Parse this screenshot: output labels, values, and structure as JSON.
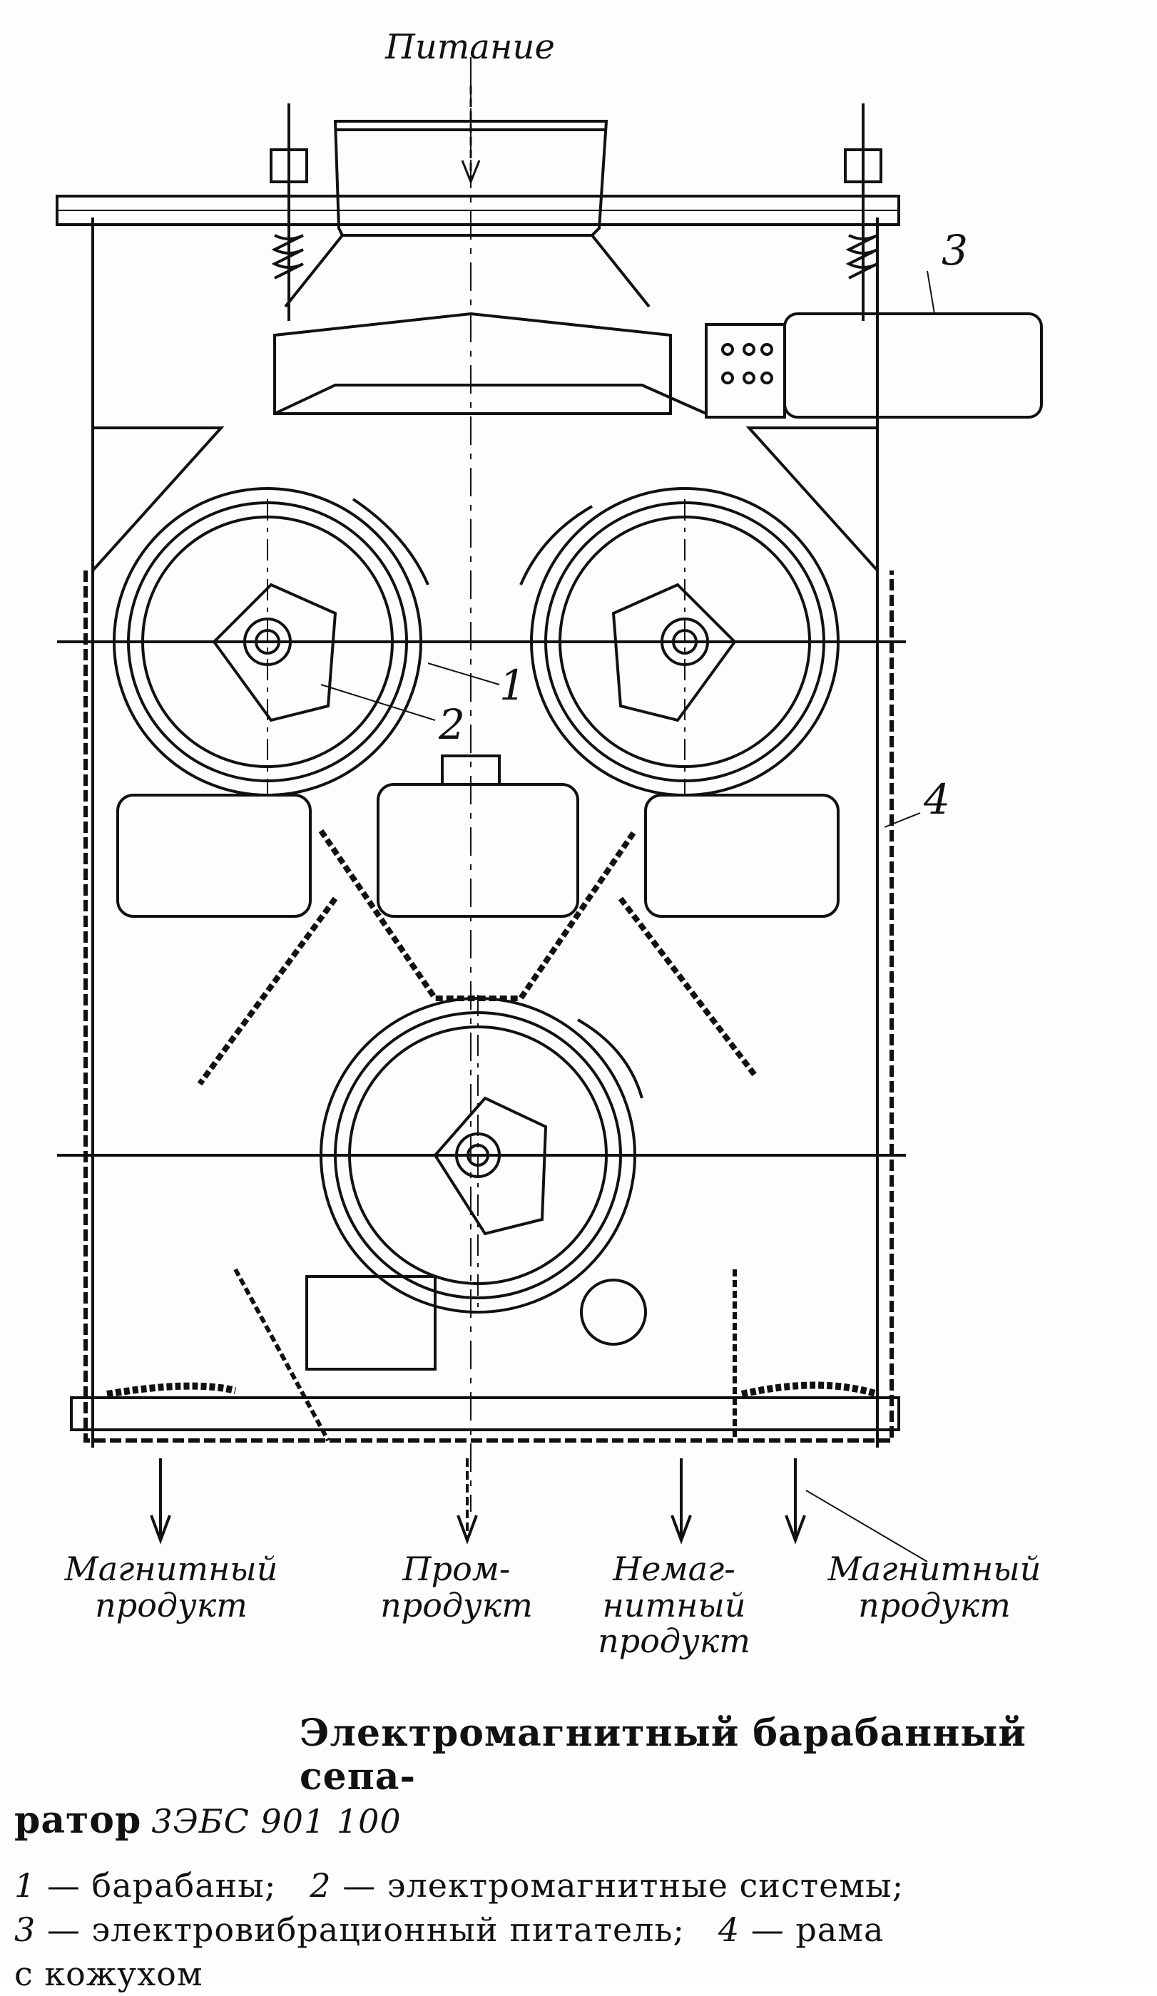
{
  "figure": {
    "feed_label": "Питание",
    "callouts": [
      "1",
      "2",
      "3",
      "4"
    ],
    "outputs": [
      {
        "line1": "Магнитный",
        "line2": "продукт",
        "line3": ""
      },
      {
        "line1": "Пром-",
        "line2": "продукт",
        "line3": ""
      },
      {
        "line1": "Немаг-",
        "line2": "нитный",
        "line3": "продукт"
      },
      {
        "line1": "Магнитный",
        "line2": "продукт",
        "line3": ""
      }
    ]
  },
  "caption": {
    "title_line1": "Электромагнитный барабанный сепа-",
    "title_line2": "ратор",
    "handwritten_model": "3ЭБС 901 100",
    "legend": [
      {
        "num": "1",
        "text": "— барабаны;"
      },
      {
        "num": "2",
        "text": "— электромагнитные системы;"
      },
      {
        "num": "3",
        "text": "— электровибрационный питатель;"
      },
      {
        "num": "4",
        "text": "— рама"
      },
      {
        "num": "",
        "text": "с кожухом"
      }
    ]
  }
}
